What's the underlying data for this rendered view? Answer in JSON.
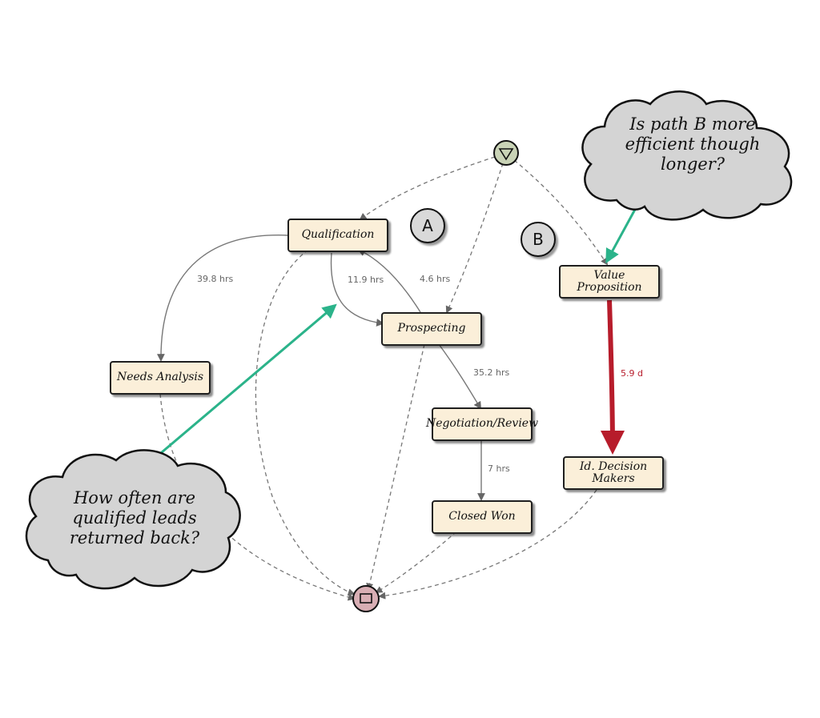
{
  "diagram": {
    "nodes": {
      "qualification": "Qualification",
      "prospecting": "Prospecting",
      "needs_analysis": "Needs Analysis",
      "negotiation": [
        "Negotiation/",
        "Review"
      ],
      "closed_won": "Closed Won",
      "value_proposition": [
        "Value",
        "Proposition"
      ],
      "decision_makers": [
        "Id. Decision",
        "Makers"
      ]
    },
    "edge_labels": {
      "qual_to_needs": "39.8 hrs",
      "qual_to_prosp": "11.9 hrs",
      "prosp_to_qual": "4.6 hrs",
      "prosp_to_nego": "35.2 hrs",
      "nego_to_closed": "7 hrs",
      "value_to_decision": "5.9 d"
    },
    "path_markers": {
      "a": "A",
      "b": "B"
    },
    "callouts": {
      "path_b_question": [
        "Is path B more",
        "efficient though",
        "longer?"
      ],
      "returned_question": [
        "How often are",
        "qualified leads",
        "returned back?"
      ]
    },
    "icons": {
      "start": "start-triangle-icon",
      "end": "end-square-icon"
    },
    "colors": {
      "node_fill": "#fbefd9",
      "highlight_edge": "#b71c2b",
      "callout_arrow": "#2bb38a",
      "start_fill": "#c9d3b6",
      "end_fill": "#d8aeb4",
      "cloud_fill": "#d4d4d4"
    }
  }
}
